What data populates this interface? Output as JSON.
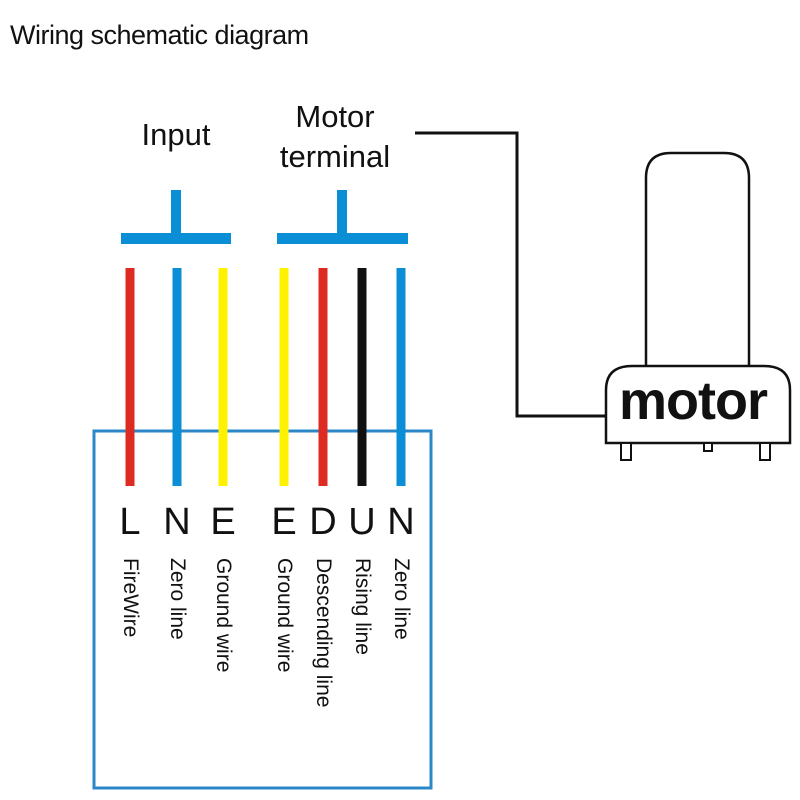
{
  "title": "Wiring schematic diagram",
  "groups": {
    "input_label": "Input",
    "motor_terminal_label_line1": "Motor",
    "motor_terminal_label_line2": "terminal"
  },
  "motor_label": "motor",
  "colors": {
    "bus": "#0a8fd6",
    "box": "#2b87c8",
    "red": "#dd2b22",
    "blue": "#0a8fd6",
    "yellow": "#fff200",
    "black": "#111111"
  },
  "wires": [
    {
      "letter": "L",
      "description": "FireWire",
      "color": "red"
    },
    {
      "letter": "N",
      "description": "Zero line",
      "color": "blue"
    },
    {
      "letter": "E",
      "description": "Ground wire",
      "color": "yellow"
    },
    {
      "letter": "E",
      "description": "Ground wire",
      "color": "yellow"
    },
    {
      "letter": "D",
      "description": "Descending line",
      "color": "red"
    },
    {
      "letter": "U",
      "description": "Rising line",
      "color": "black"
    },
    {
      "letter": "N",
      "description": "Zero line",
      "color": "blue"
    }
  ]
}
